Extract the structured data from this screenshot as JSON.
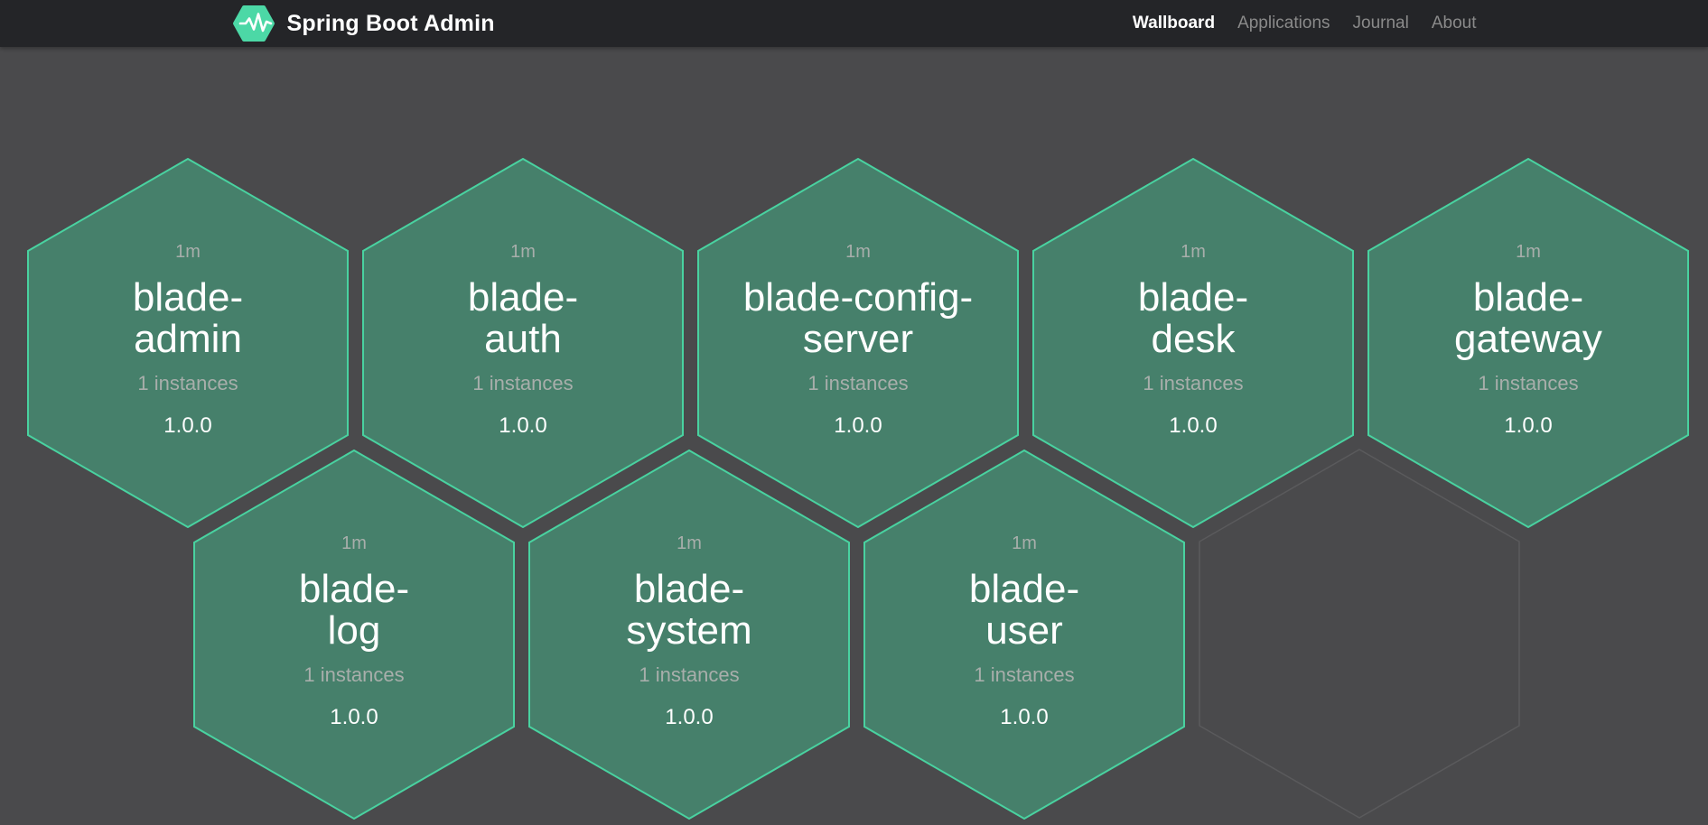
{
  "header": {
    "title": "Spring Boot Admin",
    "nav": {
      "items": [
        {
          "label": "Wallboard",
          "active": true
        },
        {
          "label": "Applications",
          "active": false
        },
        {
          "label": "Journal",
          "active": false
        },
        {
          "label": "About",
          "active": false
        }
      ]
    }
  },
  "colors": {
    "header_bg": "#242528",
    "page_bg": "#4a4a4c",
    "hex_fill": "#46806b",
    "hex_border": "#49d2a0",
    "ghost_border": "#5a5a5c",
    "brand_green": "#4cd8a6",
    "text_muted": "#a8aeab",
    "text_primary": "#ffffff",
    "nav_inactive": "#8a8a8a"
  },
  "apps": [
    {
      "name": "blade-admin",
      "name_display": "blade-\nadmin",
      "time": "1m",
      "instances": "1 instances",
      "version": "1.0.0"
    },
    {
      "name": "blade-auth",
      "name_display": "blade-\nauth",
      "time": "1m",
      "instances": "1 instances",
      "version": "1.0.0"
    },
    {
      "name": "blade-config-server",
      "name_display": "blade-config-\nserver",
      "time": "1m",
      "instances": "1 instances",
      "version": "1.0.0"
    },
    {
      "name": "blade-desk",
      "name_display": "blade-\ndesk",
      "time": "1m",
      "instances": "1 instances",
      "version": "1.0.0"
    },
    {
      "name": "blade-gateway",
      "name_display": "blade-\ngateway",
      "time": "1m",
      "instances": "1 instances",
      "version": "1.0.0"
    },
    {
      "name": "blade-log",
      "name_display": "blade-\nlog",
      "time": "1m",
      "instances": "1 instances",
      "version": "1.0.0"
    },
    {
      "name": "blade-system",
      "name_display": "blade-\nsystem",
      "time": "1m",
      "instances": "1 instances",
      "version": "1.0.0"
    },
    {
      "name": "blade-user",
      "name_display": "blade-\nuser",
      "time": "1m",
      "instances": "1 instances",
      "version": "1.0.0"
    }
  ]
}
